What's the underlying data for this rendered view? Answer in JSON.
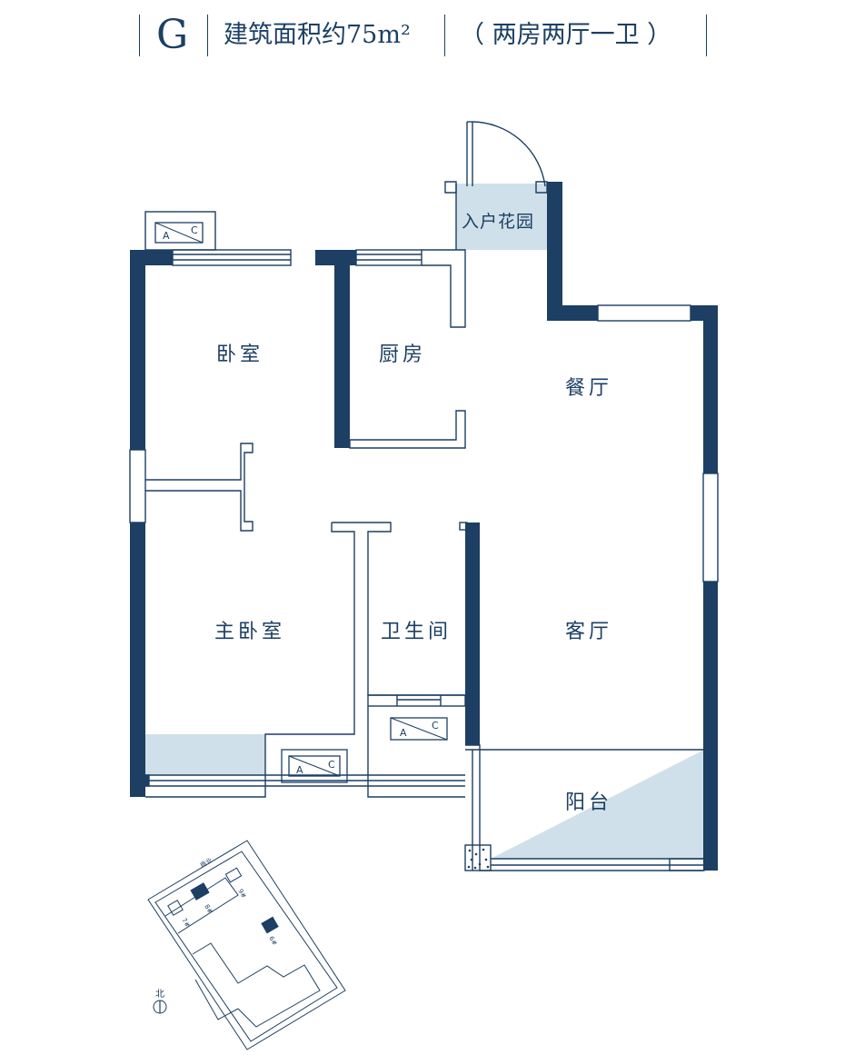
{
  "header": {
    "type_letter": "G",
    "area_text": "建筑面积约75m²",
    "layout_text": "（ 两房两厅一卫 ）"
  },
  "rooms": {
    "bedroom": "卧室",
    "kitchen": "厨房",
    "dining": "餐厅",
    "master_bedroom": "主卧室",
    "bathroom": "卫生间",
    "living": "客厅",
    "balcony": "阳台",
    "entry_garden": "入户花园"
  },
  "ac_units": {
    "a": "A",
    "c": "C"
  },
  "site_map": {
    "north": "北",
    "buildings": [
      "7#",
      "8#",
      "9#",
      "6#"
    ],
    "street": "商业"
  },
  "colors": {
    "wall": "#1c3f63",
    "accent_fill": "#cfe0ea",
    "text": "#1c3f63"
  }
}
